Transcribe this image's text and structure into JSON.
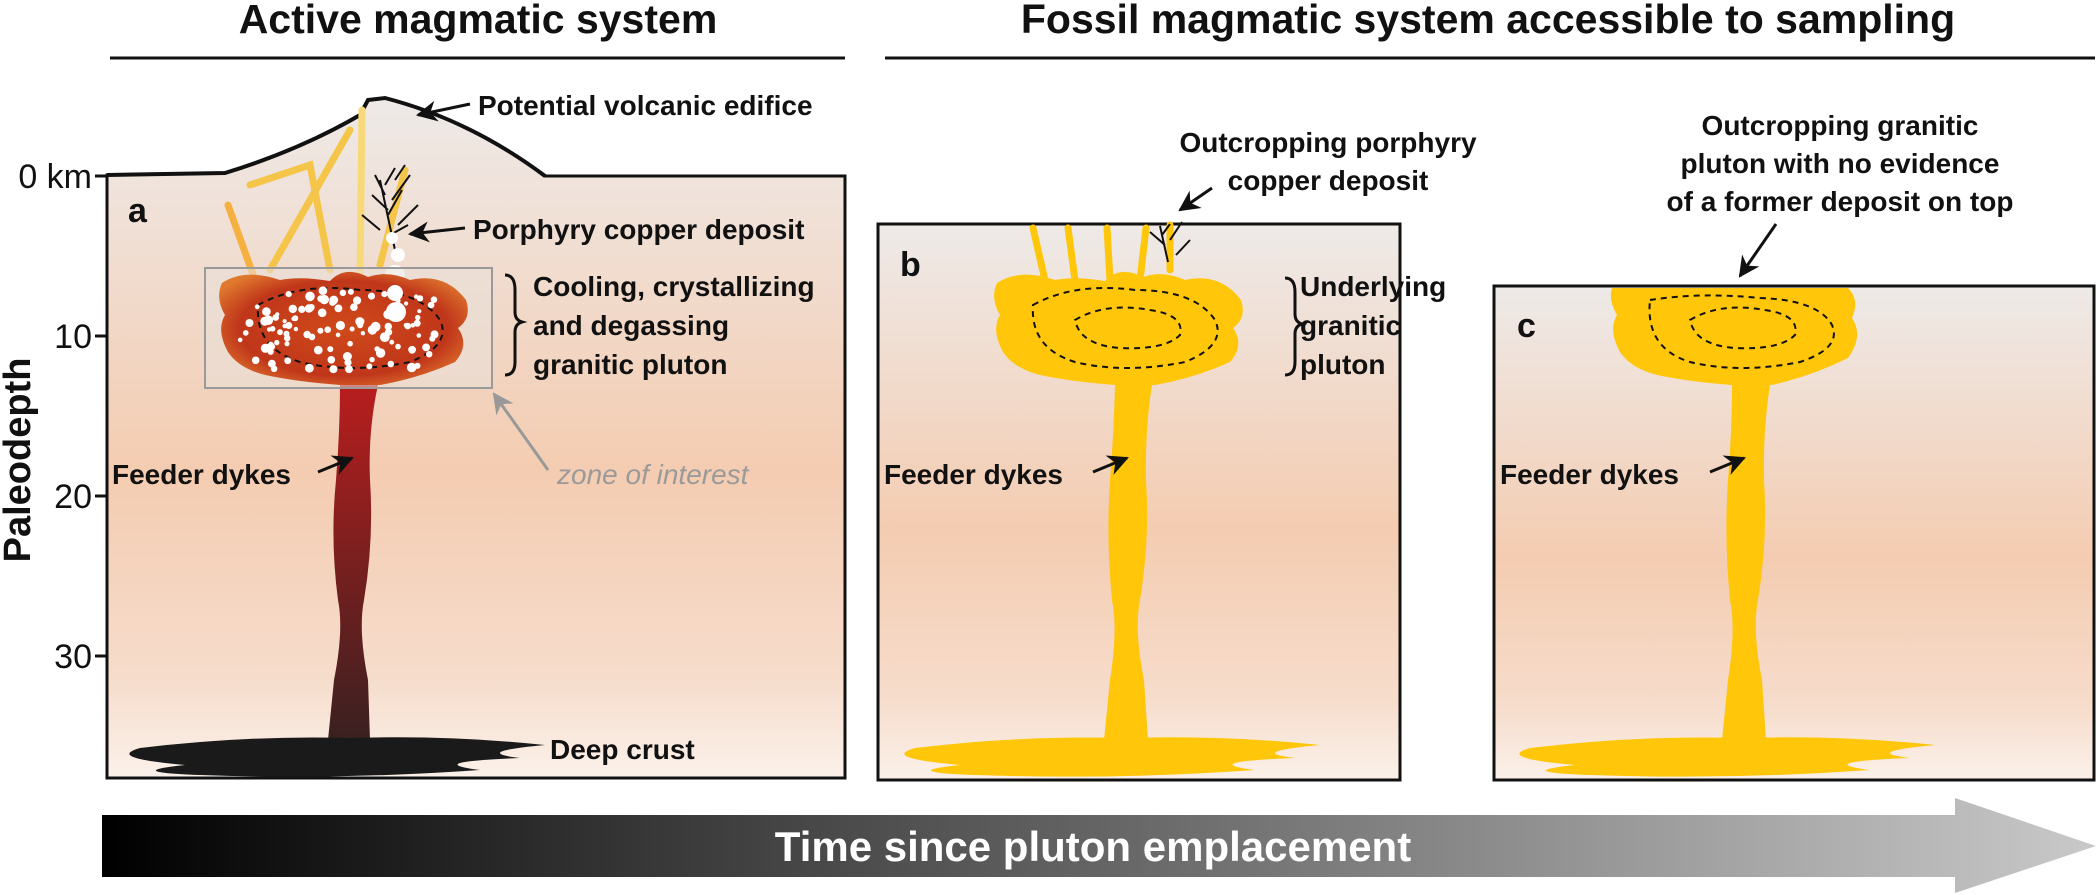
{
  "headers": {
    "active": "Active magmatic system",
    "fossil": "Fossil magmatic system accessible to sampling"
  },
  "axis": {
    "ylabel": "Paleodepth",
    "ticks": [
      "0 km",
      "10",
      "20",
      "30"
    ]
  },
  "panels": {
    "a": {
      "letter": "a",
      "labels": {
        "edifice": "Potential volcanic edifice",
        "porphyry": "Porphyry copper deposit",
        "pluton_line1": "Cooling, crystallizing",
        "pluton_line2": "and degassing",
        "pluton_line3": "granitic pluton",
        "feeder": "Feeder dykes",
        "zone": "zone of interest",
        "deep": "Deep crust"
      }
    },
    "b": {
      "letter": "b",
      "labels": {
        "outcrop_line1": "Outcropping porphyry",
        "outcrop_line2": "copper deposit",
        "pluton_line1": "Underlying",
        "pluton_line2": "granitic",
        "pluton_line3": "pluton",
        "feeder": "Feeder dykes"
      }
    },
    "c": {
      "letter": "c",
      "labels": {
        "outcrop_line1": "Outcropping granitic",
        "outcrop_line2": "pluton with no evidence",
        "outcrop_line3": "of a former deposit on top",
        "feeder": "Feeder dykes"
      }
    }
  },
  "time_arrow": {
    "label": "Time since pluton emplacement"
  },
  "colors": {
    "magma_active": "#c83a1a",
    "magma_fossil": "#ffc60a",
    "crust_top": "#eeeae8",
    "crust_bottom": "#f4c9ad"
  }
}
